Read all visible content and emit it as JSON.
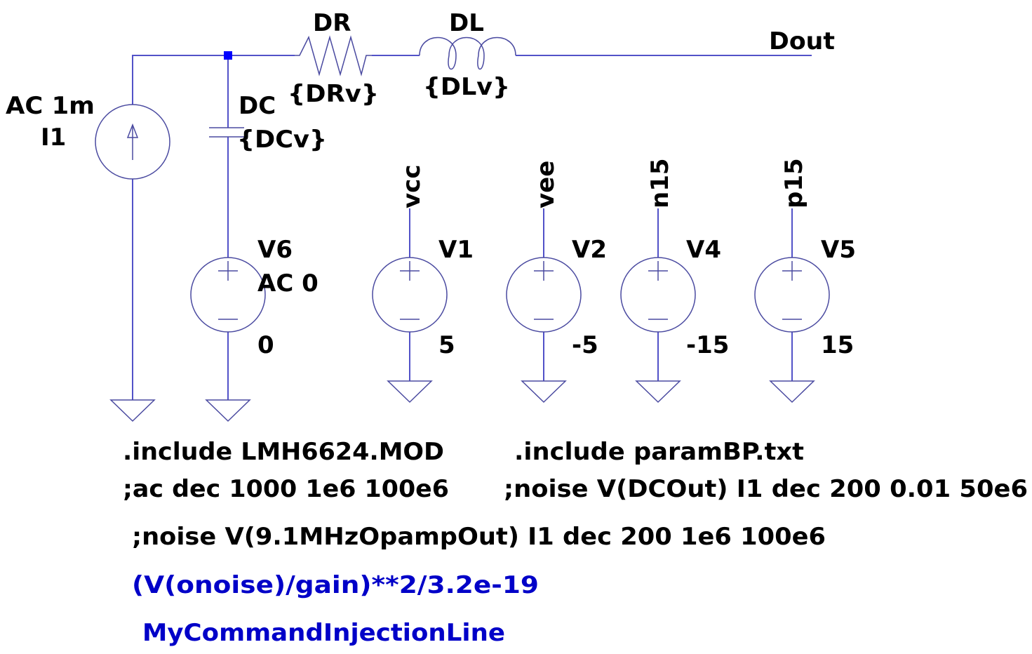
{
  "colors": {
    "wire": "#5252c8",
    "junction": "#0000ff",
    "text": "#000000",
    "expression": "#0000c8"
  },
  "components": {
    "I1": {
      "name": "I1",
      "value": "AC 1m"
    },
    "DR": {
      "name": "DR",
      "value": "{DRv}"
    },
    "DL": {
      "name": "DL",
      "value": "{DLv}"
    },
    "DC": {
      "name": "DC",
      "value": "{DCv}"
    },
    "V6": {
      "name": "V6",
      "value": "AC 0",
      "dc": "0"
    },
    "V1": {
      "name": "V1",
      "value": "5"
    },
    "V2": {
      "name": "V2",
      "value": "-5"
    },
    "V4": {
      "name": "V4",
      "value": "-15"
    },
    "V5": {
      "name": "V5",
      "value": "15"
    }
  },
  "net_labels": {
    "dout": "Dout",
    "vcc": "vcc",
    "vee": "vee",
    "n15": "n15",
    "p15": "p15"
  },
  "directives": [
    ".include LMH6624.MOD",
    ".include paramBP.txt",
    ";ac dec 1000 1e6 100e6",
    ";noise V(DCOut) I1 dec 200 0.01 50e6",
    ";noise V(9.1MHzOpampOut) I1 dec 200 1e6 100e6",
    "(V(onoise)/gain)**2/3.2e-19",
    "MyCommandInjectionLine"
  ]
}
